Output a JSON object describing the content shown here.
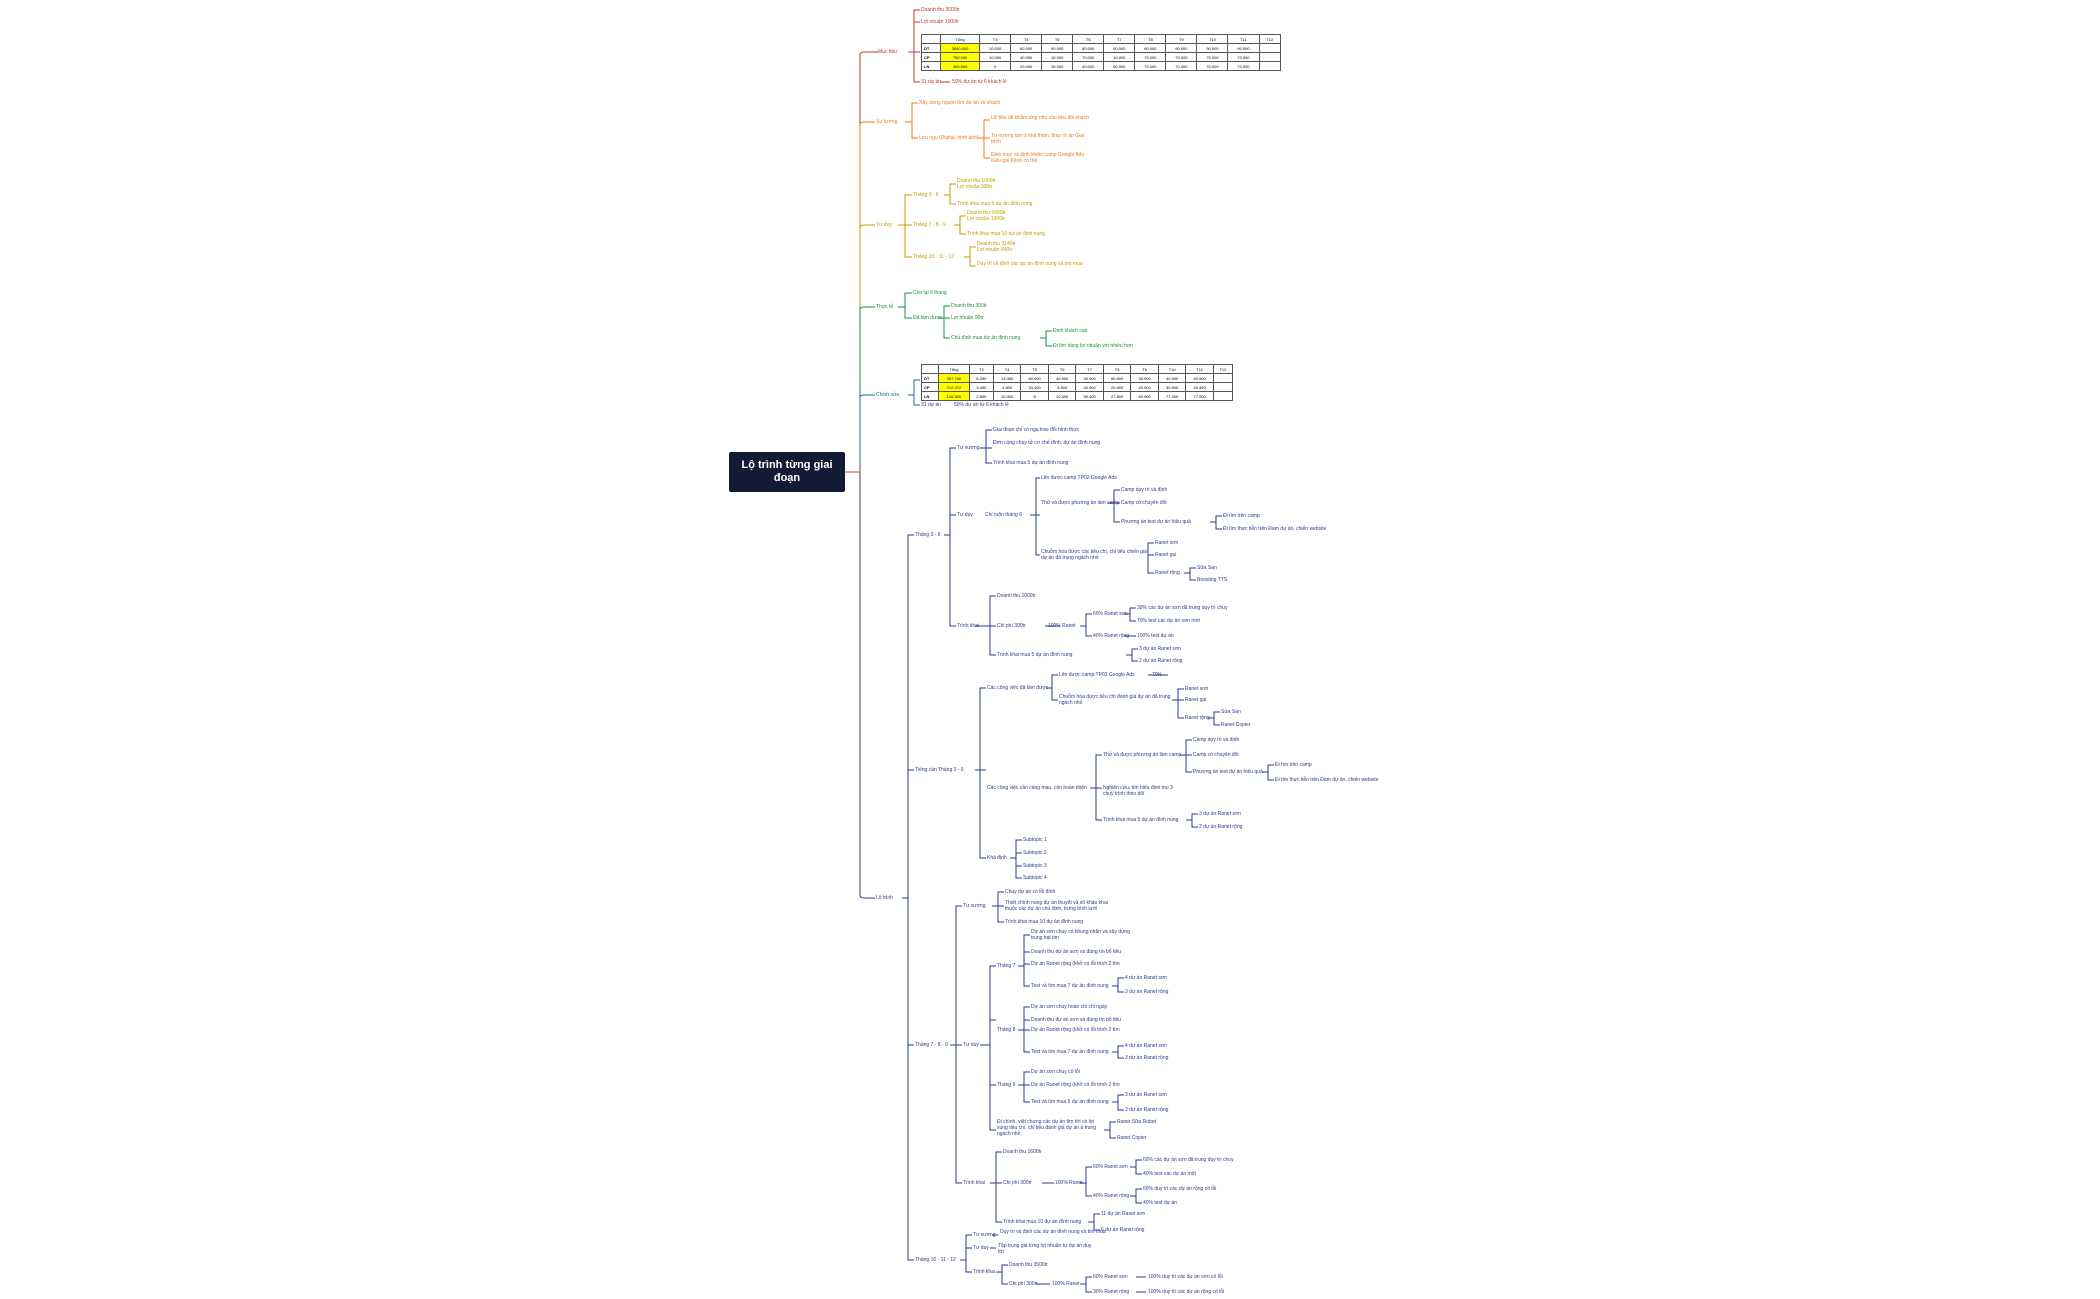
{
  "root": "Lộ trình từng giai đoạn",
  "colors": {
    "red": "#c0392b",
    "orange": "#e67e22",
    "gold": "#c49a00",
    "green": "#1a8f3c",
    "blue": "#2b3a8f",
    "navy": "#131a33"
  },
  "branches": {
    "muc_tieu": {
      "label": "Mục tiêu",
      "items": [
        "Doanh thu 3000tr",
        "Lợi nhuận 1000tr"
      ],
      "footer": [
        "31 dự án",
        "50% dự án từ 6 khách lẻ"
      ]
    },
    "su_luong": {
      "label": "Sự lường",
      "items": [
        "Xây dựng nguồn tìm dự án và khách",
        "Lưu ngụ (Digital, hình ảnh)"
      ],
      "subitems": [
        "Lữ tiêu để khẳm ứng nhu cầu tiêu đối khách",
        "Tư vương làm lì khả thăm, thay rõ áp Giai trình",
        "Định mục và định khiện camp Google Ads Kiểu gái Kênh có thể"
      ]
    },
    "tu_duy": {
      "label": "Tư duy",
      "phases": [
        {
          "label": "Tháng 3 - 6",
          "items": [
            "Doanh thu 1000tr",
            "Lợi nhuận 300tr",
            "Trình khai mua 5 dự án đình nung"
          ]
        },
        {
          "label": "Tháng 7 - 8 - 9",
          "items": [
            "Doanh thu 1600tr",
            "Lợi nhuận 1000tr",
            "Trình khai mua 10 dự án định nung"
          ]
        },
        {
          "label": "Tháng 10 - 11 - 12",
          "items": [
            "Doanh thu 2140tr",
            "Lợi nhuận 840tr",
            "Duy trì và định các dự án đình nung và tìm mua"
          ]
        }
      ]
    },
    "thuc_te": {
      "label": "Thực tế",
      "items": [
        "Còn lại 9 tháng",
        "Đã làm được"
      ],
      "subitems": [
        "Doanh thu 300tr",
        "Lợi nhuận 90tr",
        "Chủ đình mua dự án định nung"
      ],
      "leafs": [
        "Định khách cao",
        "Đi tìm hàng lợi nhuận với nhiều hơn"
      ]
    },
    "chinh_sua": {
      "label": "Chỉnh sửa",
      "footer": [
        "31 dự án",
        "50% dự án tử 6 khách lẻ"
      ]
    },
    "lo_trinh": {
      "label": "Lộ trình"
    }
  },
  "table1": {
    "headers": [
      "",
      "Tổng",
      "T3",
      "T4",
      "T5",
      "T6",
      "T7",
      "T8",
      "T9",
      "T10",
      "T11",
      "T12"
    ],
    "rows": [
      [
        "DT",
        "3000.000",
        "10.000",
        "60.000",
        "90.000",
        "80.000",
        "90.000",
        "80.000",
        "90.000",
        "90.000",
        "90.000"
      ],
      [
        "CP",
        "750.000",
        "10.000",
        "40.000",
        "10.000",
        "70.000",
        "10.000",
        "70.000",
        "70.000",
        "70.000",
        "70.000"
      ],
      [
        "LN",
        "350.000",
        "0",
        "20.000",
        "30.000",
        "40.000",
        "60.000",
        "70.000",
        "70.000",
        "70.000",
        "70.000"
      ]
    ]
  },
  "table2": {
    "headers": [
      "",
      "Tổng",
      "T3",
      "T4",
      "T5",
      "T6",
      "T7",
      "T8",
      "T9",
      "T10",
      "T11",
      "T12"
    ],
    "rows": [
      [
        "DT",
        "367.750",
        "6.250",
        "13.450",
        "60.900",
        "40.900",
        "30.900",
        "60.900",
        "30.900",
        "40.900",
        "60.900"
      ],
      [
        "CP",
        "212.472",
        "3.450",
        "4.800",
        "34.400",
        "3.900",
        "40.900",
        "20.900",
        "20.900",
        "30.900",
        "20.490"
      ],
      [
        "LN",
        "145.300",
        "2.800",
        "10.400",
        "8",
        "10.400",
        "50.400",
        "27.800",
        "60.900",
        "77.000",
        "77.000"
      ]
    ]
  },
  "lotrinh": {
    "p1": {
      "label": "Tháng 3 - 6",
      "su_luong": "Tư vương",
      "su_luong_items": [
        "Giai đoạn chỉ có ngụ trao đổi hình thực",
        "Đơn cùng chuy tử cơ chế đình, dự án đình nung",
        "Trình khai mua 5 dự án đình nung"
      ],
      "tu_duy": "Tư duy",
      "tu_duy_sub": "Chỉ ruộn tháng 6",
      "td_items": [
        "Lên được camp TP02 Google Ads",
        "Thử và được phương án làm camp",
        "Chuỗm hóa được các tiêu chí, chỉ tiêu chiến giá dự án đã trung ngách nhỏ"
      ],
      "camp_items": [
        "Camp duy trì và định",
        "Camp có chuyên đổi",
        "Phương án test dự án hiệu quả"
      ],
      "camp_leafs": [
        "Đi tìm trên camp",
        "Đi tìm thực tiễn trên Đàm dự án, chiến website"
      ],
      "chuan_items": [
        "Ranet sơn",
        "Ranet gụi",
        "Ranet rộng"
      ],
      "chuan_leafs": [
        "Sữa Sạn",
        "Boosting TTS"
      ],
      "trinh_khai": "Trình khai",
      "tk_items": [
        "Doanh thu 1000tr",
        "Chi phí 300tr",
        "Trình khai mua 5 dự án đình nung"
      ],
      "tk_chiphi": "100% Ranet",
      "tk_c1": "60% Ranet sơn",
      "tk_c1_leafs": [
        "30% các dự án sơn đã trung duy trì chuy",
        "70% test các dự án sơn mới"
      ],
      "tk_c2": "40% Ranet rộng",
      "tk_c2_leaf": "100% test dự án",
      "tk_leafs": [
        "3 dự án Ranet sơn",
        "2 dự án Ranet rộng"
      ]
    },
    "p2": {
      "label": "Tiếng cần Tháng 3 - 6",
      "items": [
        "Các công việc đã làm được",
        "Các công việc cần cảng mau, còn hoàn thiện",
        "Khả định"
      ],
      "done_items": [
        "Lên được camp TP02 Google Ads",
        "Chuỗm hóa được tiêu chí đánh giá dự án đã trung ngách nhỏ"
      ],
      "done_leaf": "70%",
      "done_sub": [
        "Ranet sơn",
        "Ranet gụi",
        "Ranet rộng"
      ],
      "done_subleafs": [
        "Sửa Sạn",
        "Ranet Copier"
      ],
      "todo_items": [
        "Thử và được phương án làm camp",
        "Nghiên cứu, tìm hiểu định mu 3 chuy trình theo dõi",
        "Trình khai mua 5 dự án đình nung"
      ],
      "todo_camp": [
        "Camp duy trì và định",
        "Camp có chuyên đổi",
        "Phương án test dự án hiệu quả"
      ],
      "todo_leafs": [
        "Đi tìm trên camp",
        "Đi tìm thực tiễn trên Đàm dự án, chiến website"
      ],
      "todo_tk": [
        "3 dự án Ranet sơn",
        "2 dự án Ranet rộng"
      ],
      "subtopics": [
        "Subtopic 1",
        "Subtopic 2",
        "Subtopic 3",
        "Subtopic 4"
      ]
    },
    "p3": {
      "label": "Tháng 7 - 8 - 9",
      "su_luong": "Tư vương",
      "sl_items": [
        "Chuy dự án có lỗi đình",
        "Thiết chính nung dự án thuyết và sổ khảo khai thuộc các dự án chủ định, trưng bình lưới",
        "Trình khai mua 10 dự án đình nung"
      ],
      "tu_duy": "Tư duy",
      "t7": "Tháng 7",
      "t7_items": [
        "Dự án sơn chuy có khung nhãn và xây dựng trung bạt tim",
        "Doanh thu dự án sơn và đúng tín bổ tiêu",
        "Dự án Ranet rộng (khở có lỗi trình 2 tìm",
        "Test và tìm mua 7 dự án đình nung"
      ],
      "t7_leafs": [
        "4 dự án Ranet sơn",
        "3 dự án Ranet rộng"
      ],
      "t8": "Tháng 8",
      "t8_items": [
        "Dự án sơn chuy hoàn chỉ chỉ ngày",
        "Doanh thu dự án sơn và đúng tín bổ tiêu",
        "Dự án Ranet rộng (khở có lỗi trình 2 tìm",
        "Test và tìm mua 7 dự án đình nung"
      ],
      "t8_leafs": [
        "4 dự án Ranet sơn",
        "3 dự án Ranet rộng"
      ],
      "t9": "Tháng 9",
      "t9_items": [
        "Dự án sơn chuy có lỗi",
        "Dự án Ranet rộng (khở có lỗi trình 2 tìm",
        "Test và tìm mua 5 dự án đình nung"
      ],
      "t9_leafs": [
        "3 dự án Ranet sơn",
        "2 dự án Ranet rộng"
      ],
      "t_extra": "Đi chính, việt chưng các dự án tìm tới có lợi xung tiêu chí, chỉ tiêu đánh giá dự án á trung ngách nhỏ",
      "t_extra_leafs": [
        "Ranet Sữa Robot",
        "Ranet Copier"
      ],
      "tk": "Trình khai",
      "tk_items": [
        "Doanh thu 1600tr",
        "Chi phí 300tr",
        "Trình khai mua 10 dự án đình nung"
      ],
      "tk_chiphi": "100% Ranet",
      "tk_c1": "60% Ranet sơn",
      "tk_c1_leafs": [
        "60% các dự án sơn đã trung duy trì chuy",
        "40% test các dự án mới"
      ],
      "tk_c2": "40% Ranet rộng",
      "tk_c2_leafs": [
        "60% duy trì các dự án rộng có lỗi",
        "40% test dự án"
      ],
      "tk_leafs": [
        "11 dự án Ranet sơn",
        "6 dự án Ranet rộng"
      ]
    },
    "p4": {
      "label": "Tháng 10 - 11 - 12",
      "su_luong": "Tư vương",
      "sl_item": "Duy trì và định các dự án đình nung và tìm mua",
      "tu_duy": "Tư duy",
      "td_item": "Tập trung giá từng lợi nhuận tự dự án duy tới",
      "tk": "Trình khai",
      "tk_items": [
        "Doanh thu 3500tr",
        "Chi phí 300tr"
      ],
      "tk_chiphi": "100% Ranet",
      "tk_c1": "60% Ranet sơn",
      "tk_c1_leaf": "100% duy trì các dự án sơn có lỗi",
      "tk_c2": "30% Ranet rộng",
      "tk_c2_leaf": "100% duy trì các dự án rộng có lỗi"
    }
  }
}
